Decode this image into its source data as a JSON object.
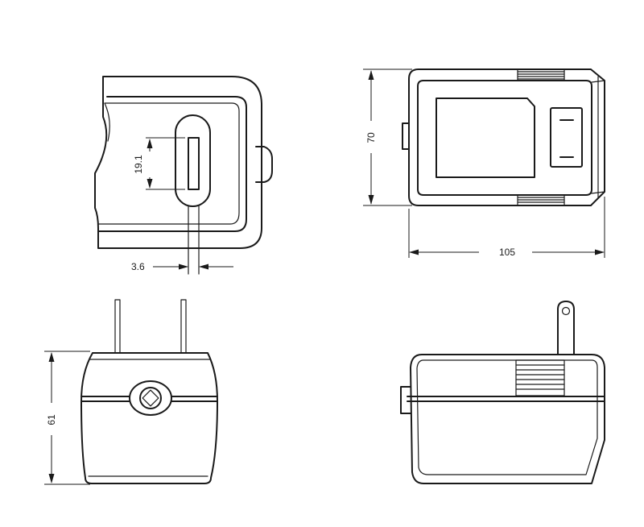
{
  "views": {
    "plug_face": {
      "dim_slot_height": "19.1",
      "dim_slot_width": "3.6"
    },
    "top": {
      "dim_height": "70",
      "dim_width": "105"
    },
    "front": {
      "dim_height": "61"
    },
    "side": {}
  },
  "colors": {
    "line": "#1a1a1a",
    "background": "#ffffff"
  }
}
